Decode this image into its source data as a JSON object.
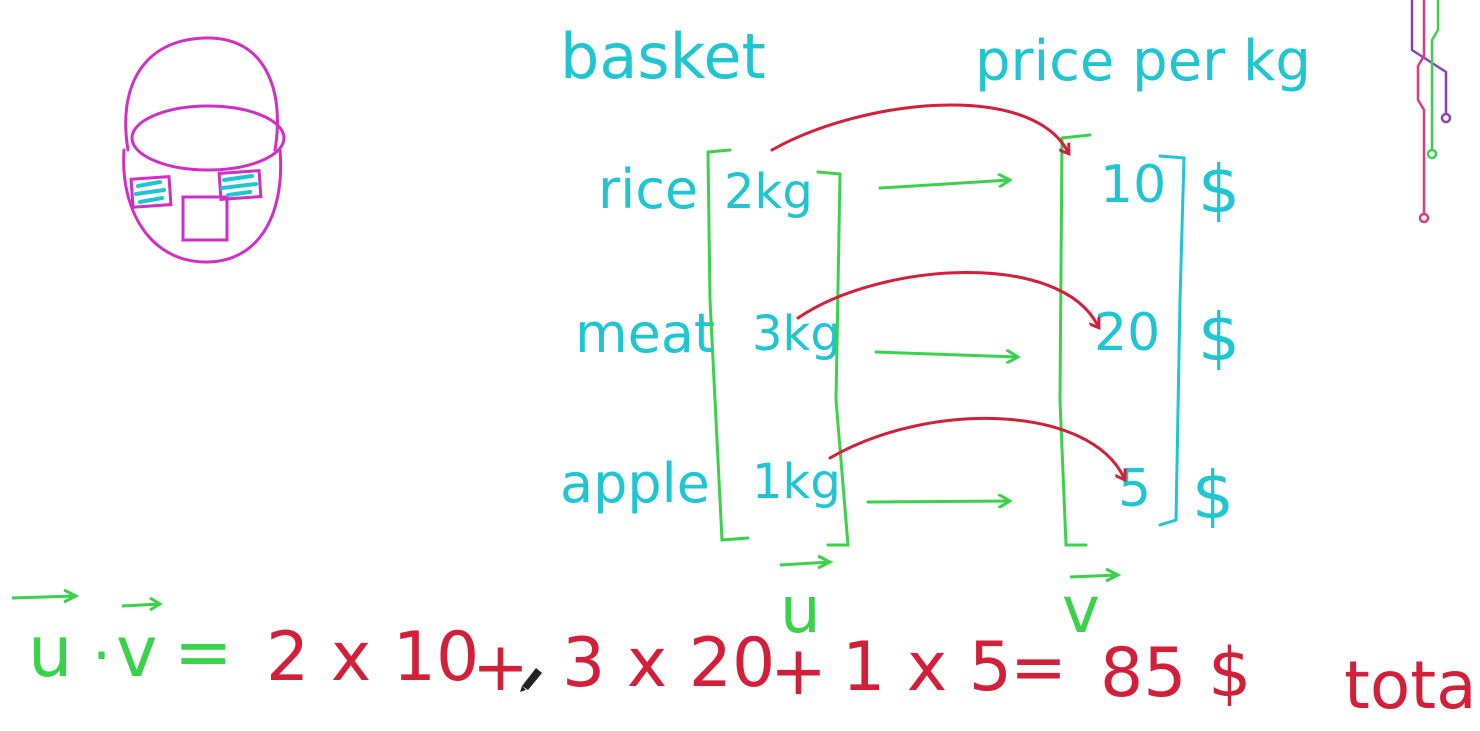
{
  "colors": {
    "cyan": "#1fc5d0",
    "green": "#3bd24b",
    "red": "#d3203a",
    "magenta": "#cf2fc6",
    "purple": "#8a3fc0"
  },
  "icons": [
    "basket-icon",
    "pencil-cursor-icon",
    "circuit-decoration-icon"
  ],
  "labels": {
    "basket_title": "basket",
    "price_title": "price per kg",
    "items": [
      {
        "name": "rice",
        "qty": "2kg",
        "price": "10",
        "currency": "$"
      },
      {
        "name": "meat",
        "qty": "3kg",
        "price": "20",
        "currency": "$"
      },
      {
        "name": "apple",
        "qty": "1kg",
        "price": "5",
        "currency": "$"
      }
    ],
    "vector_u": "u",
    "vector_v": "v"
  },
  "equation": {
    "lhs_u": "u",
    "dot": "·",
    "lhs_v": "v",
    "equals": "=",
    "term1": "2 x 10",
    "plus1": "+",
    "term2": "3 x 20",
    "plus2": "+",
    "term3": "1 x 5",
    "equals2": "=",
    "result": "85 $",
    "total": "total"
  }
}
